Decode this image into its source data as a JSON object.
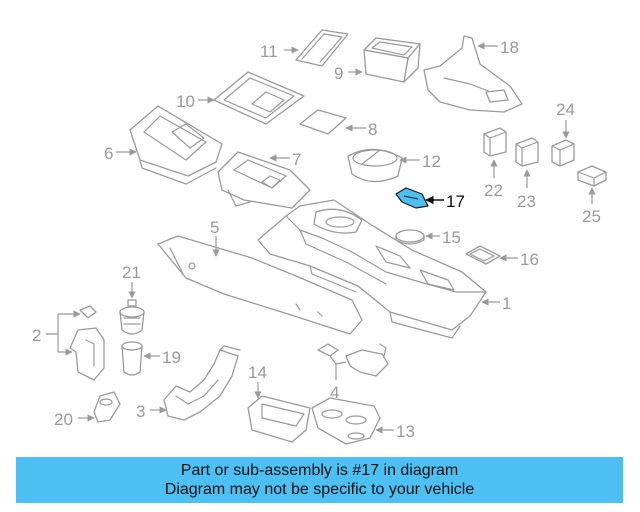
{
  "diagram": {
    "highlight_color": "#4cc0f3",
    "line_color": "#9a9a9a",
    "part_labels": [
      "11",
      "18",
      "9",
      "10",
      "8",
      "6",
      "7",
      "12",
      "17",
      "22",
      "23",
      "24",
      "25",
      "5",
      "15",
      "16",
      "21",
      "1",
      "2",
      "19",
      "4",
      "20",
      "3",
      "14",
      "13"
    ]
  },
  "banner": {
    "background": "#4cc0f3",
    "line1": "Part or sub-assembly is #17 in diagram",
    "line2": "Diagram may not be specific to your vehicle"
  }
}
